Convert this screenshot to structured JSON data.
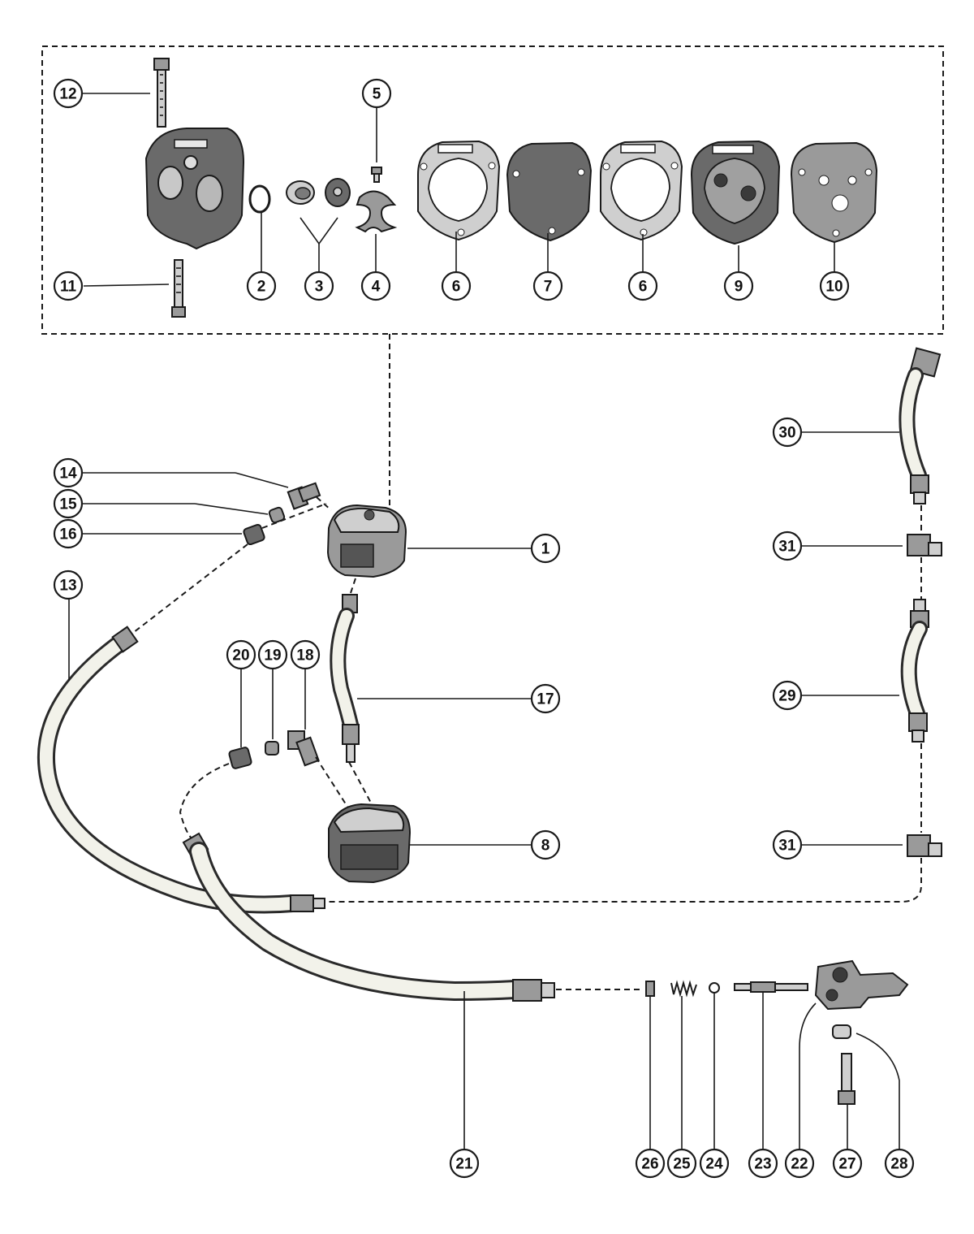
{
  "callouts": {
    "c1": "1",
    "c2": "2",
    "c3": "3",
    "c4": "4",
    "c5": "5",
    "c6a": "6",
    "c6b": "6",
    "c7": "7",
    "c8": "8",
    "c9": "9",
    "c10": "10",
    "c11": "11",
    "c12": "12",
    "c13": "13",
    "c14": "14",
    "c15": "15",
    "c16": "16",
    "c17": "17",
    "c18": "18",
    "c19": "19",
    "c20": "20",
    "c21": "21",
    "c22": "22",
    "c23": "23",
    "c24": "24",
    "c25": "25",
    "c26": "26",
    "c27": "27",
    "c28": "28",
    "c29": "29",
    "c30": "30",
    "c31a": "31",
    "c31b": "31"
  }
}
